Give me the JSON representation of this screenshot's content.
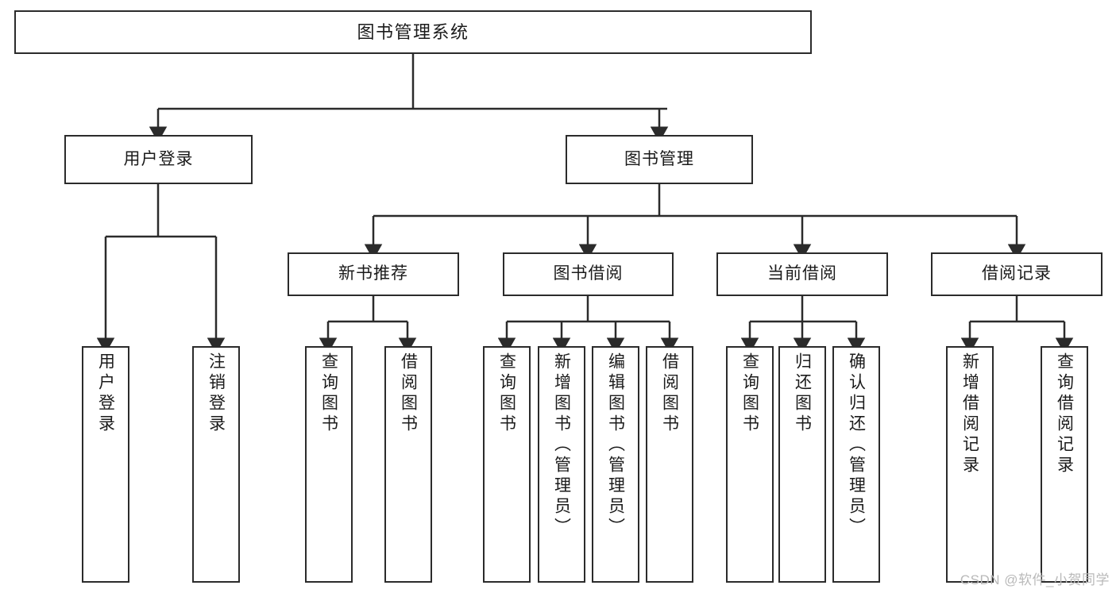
{
  "diagram": {
    "title": "图书管理系统",
    "type": "tree-hierarchy-chart",
    "watermark": "CSDN @软件_小贺同学",
    "colors": {
      "stroke": "#2b2b2b",
      "fill": "#ffffff",
      "text": "#1b1b1b",
      "watermark": "#b9b9b9"
    },
    "levels": {
      "root": {
        "label": "图书管理系统"
      },
      "level2": [
        {
          "id": "user-login",
          "label": "用户登录"
        },
        {
          "id": "book-manage",
          "label": "图书管理"
        }
      ],
      "level3": [
        {
          "id": "new-book-recommend",
          "label": "新书推荐"
        },
        {
          "id": "book-borrow",
          "label": "图书借阅"
        },
        {
          "id": "current-borrow",
          "label": "当前借阅"
        },
        {
          "id": "borrow-record",
          "label": "借阅记录"
        }
      ],
      "leaves": {
        "user-login": [
          {
            "id": "leaf-user-login",
            "label": "用户登录"
          },
          {
            "id": "leaf-logout-login",
            "label": "注销登录"
          }
        ],
        "new-book-recommend": [
          {
            "id": "leaf-query-book-1",
            "label": "查询图书"
          },
          {
            "id": "leaf-borrow-book-1",
            "label": "借阅图书"
          }
        ],
        "book-borrow": [
          {
            "id": "leaf-query-book-2",
            "label": "查询图书"
          },
          {
            "id": "leaf-add-book",
            "label": "新增图书（管理员）"
          },
          {
            "id": "leaf-edit-book",
            "label": "编辑图书（管理员）"
          },
          {
            "id": "leaf-borrow-book-2",
            "label": "借阅图书"
          }
        ],
        "current-borrow": [
          {
            "id": "leaf-query-book-3",
            "label": "查询图书"
          },
          {
            "id": "leaf-return-book",
            "label": "归还图书"
          },
          {
            "id": "leaf-confirm-return",
            "label": "确认归还（管理员）"
          }
        ],
        "borrow-record": [
          {
            "id": "leaf-add-record",
            "label": "新增借阅记录"
          },
          {
            "id": "leaf-query-record",
            "label": "查询借阅记录"
          }
        ]
      }
    }
  }
}
